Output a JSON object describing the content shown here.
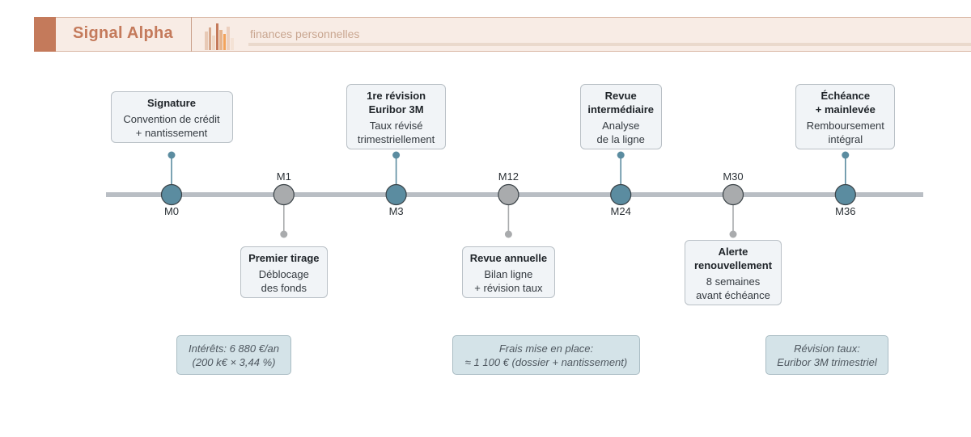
{
  "header": {
    "brand": "Signal Alpha",
    "subtitle": "finances personnelles"
  },
  "colors": {
    "accent": "#c47a5b",
    "major_node": "#5b8ca0",
    "minor_node": "#a9abad",
    "axis": "#b9bec4"
  },
  "milestones": [
    {
      "label": "M0",
      "kind": "major",
      "side": "above",
      "title": "Signature",
      "desc": "Convention de crédit\n+ nantissement"
    },
    {
      "label": "M1",
      "kind": "minor",
      "side": "below",
      "title": "Premier tirage",
      "desc": "Déblocage\ndes fonds"
    },
    {
      "label": "M3",
      "kind": "major",
      "side": "above",
      "title": "1re révision\nEuribor 3M",
      "desc": "Taux révisé\ntrimestriellement"
    },
    {
      "label": "M12",
      "kind": "minor",
      "side": "below",
      "title": "Revue annuelle",
      "desc": "Bilan ligne\n+ révision taux"
    },
    {
      "label": "M24",
      "kind": "major",
      "side": "above",
      "title": "Revue\nintermédiaire",
      "desc": "Analyse\nde la ligne"
    },
    {
      "label": "M30",
      "kind": "minor",
      "side": "below",
      "title": "Alerte\nrenouvellement",
      "desc": "8 semaines\navant échéance"
    },
    {
      "label": "M36",
      "kind": "major",
      "side": "above",
      "title": "Échéance\n+ mainlevée",
      "desc": "Remboursement\nintégral"
    }
  ],
  "notes": [
    {
      "text": "Intérêts: 6 880 €/an\n(200 k€ × 3,44 %)"
    },
    {
      "text": "Frais mise en place:\n≈ 1 100 € (dossier + nantissement)"
    },
    {
      "text": "Révision taux:\nEuribor 3M trimestriel"
    }
  ]
}
